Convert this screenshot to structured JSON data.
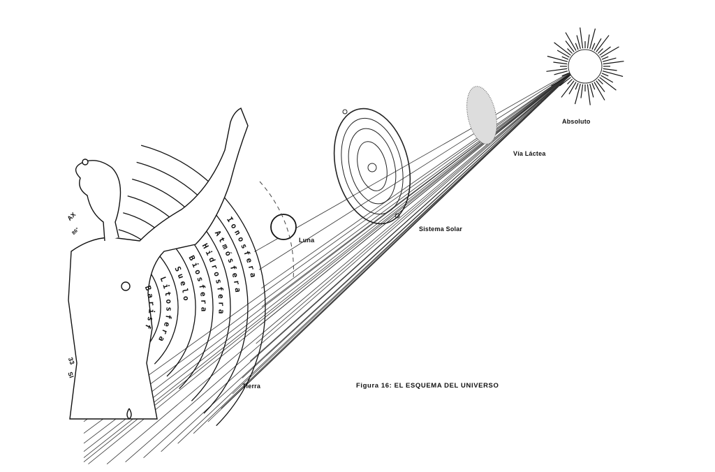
{
  "labels": {
    "absolute": "Absoluto",
    "milky_way": "Vía Láctea",
    "solar_system": "Sistema Solar",
    "moon": "Luna",
    "earth": "Tierra"
  },
  "caption": "Figura 16:  EL ESQUEMA  DEL  UNIVERSO",
  "earth_layers": [
    "Ionosfera",
    "Atmósfera",
    "Hidrosfera",
    "Biosfera",
    "Suelo",
    "Litosfera",
    "Barisf"
  ],
  "margin_fragments": [
    "AX",
    "86°",
    "33",
    "SI"
  ],
  "colors": {
    "ink": "#111111",
    "paper": "#ffffff"
  }
}
